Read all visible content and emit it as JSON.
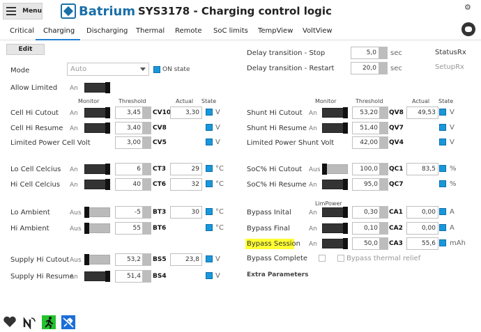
{
  "header": {
    "menu_label": "Menu",
    "brand": "Batrium",
    "title": "SYS3178 - Charging control logic"
  },
  "tabs": [
    "Critical",
    "Charging",
    "Discharging",
    "Thermal",
    "Remote",
    "SoC limits",
    "TempView",
    "VoltView"
  ],
  "edit_label": "Edit",
  "mode": {
    "label": "Mode",
    "value": "Auto",
    "on_state": "ON state"
  },
  "allow_limited": {
    "label": "Allow Limited",
    "switch_text": "An"
  },
  "col_headers": {
    "monitor": "Monitor",
    "threshold": "Threshold",
    "actual": "Actual",
    "state": "State",
    "limpower": "LimPower"
  },
  "left_rows": [
    {
      "label": "Cell Hi Cutout",
      "sw": "An",
      "threshold": "3,45",
      "code": "CV10",
      "actual": "3,30",
      "unit": "V"
    },
    {
      "label": "Cell Hi Resume",
      "sw": "An",
      "threshold": "3,40",
      "code": "CV8",
      "actual": "",
      "unit": "V"
    },
    {
      "label": "Limited Power Cell Volt",
      "sw": "",
      "threshold": "3,00",
      "code": "CV5",
      "actual": "",
      "unit": "V"
    },
    {
      "label": "Lo Cell Celcius",
      "sw": "An",
      "threshold": "6",
      "code": "CT3",
      "actual": "29",
      "unit": "°C"
    },
    {
      "label": "Hi Cell Celcius",
      "sw": "An",
      "threshold": "40",
      "code": "CT6",
      "actual": "32",
      "unit": "°C"
    },
    {
      "label": "Lo Ambient",
      "sw": "Aus",
      "threshold": "-5",
      "code": "BT3",
      "actual": "30",
      "unit": "°C"
    },
    {
      "label": "Hi Ambient",
      "sw": "Aus",
      "threshold": "55",
      "code": "BT6",
      "actual": "",
      "unit": "°C"
    },
    {
      "label": "Supply Hi Cutout",
      "sw": "Aus",
      "threshold": "53,2",
      "code": "BS5",
      "actual": "23,8",
      "unit": "V"
    },
    {
      "label": "Supply Hi Resume",
      "sw": "An",
      "threshold": "51,4",
      "code": "BS4",
      "actual": "",
      "unit": "V"
    }
  ],
  "delay": {
    "stop_label": "Delay transition - Stop",
    "stop_value": "5,0",
    "restart_label": "Delay transition - Restart",
    "restart_value": "20,0",
    "unit": "sec",
    "status_rx": "StatusRx",
    "setup_rx": "SetupRx"
  },
  "right_rows": [
    {
      "label": "Shunt Hi Cutout",
      "sw": "An",
      "threshold": "53,20",
      "code": "QV8",
      "actual": "49,53",
      "unit": "V"
    },
    {
      "label": "Shunt Hi Resume",
      "sw": "An",
      "threshold": "51,40",
      "code": "QV7",
      "actual": "",
      "unit": "V"
    },
    {
      "label": "Limited Power Shunt Volt",
      "sw": "",
      "threshold": "42,00",
      "code": "QV4",
      "actual": "",
      "unit": "V"
    },
    {
      "label": "SoC% Hi Cutout",
      "sw": "Aus",
      "threshold": "100,0",
      "code": "QC1",
      "actual": "83,5",
      "unit": "%"
    },
    {
      "label": "SoC% Hi Resume",
      "sw": "An",
      "threshold": "95,0",
      "code": "QC7",
      "actual": "",
      "unit": "%"
    },
    {
      "label": "Bypass Inital",
      "sw": "An",
      "threshold": "0,30",
      "code": "CA1",
      "actual": "0,00",
      "unit": "A"
    },
    {
      "label": "Bypass Final",
      "sw": "An",
      "threshold": "0,10",
      "code": "CA2",
      "actual": "0,00",
      "unit": "A"
    },
    {
      "label": "Bypass Session",
      "sw": "An",
      "threshold": "50,0",
      "code": "CA3",
      "actual": "55,6",
      "unit": "mAh"
    }
  ],
  "bypass_complete": {
    "label": "Bypass Complete",
    "thermal_relief": "Bypass thermal relief"
  },
  "extra_parameters": "Extra Parameters",
  "colors": {
    "accent": "#1f7fd1",
    "checkbox": "#1a97d8",
    "highlight": "#ffff33",
    "status_green": "#22c32c",
    "status_blue": "#1a6fd8"
  }
}
